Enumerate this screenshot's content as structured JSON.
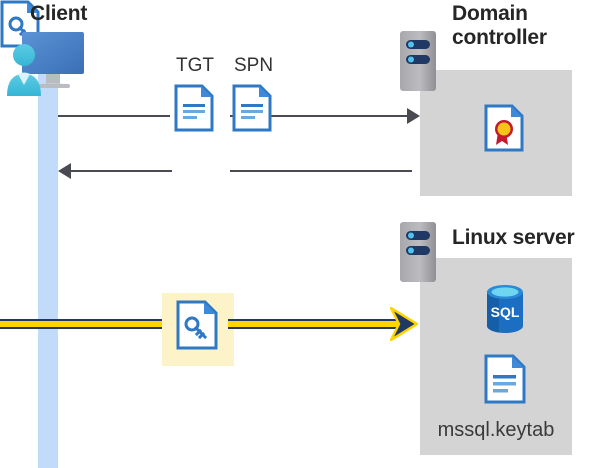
{
  "diagram": {
    "title_client": "Client",
    "title_domain_controller": "Domain\ncontroller",
    "title_domain_controller_line1": "Domain",
    "title_domain_controller_line2": "controller",
    "title_linux_server": "Linux server"
  },
  "messages": {
    "tgt_label": "TGT",
    "spn_label": "SPN",
    "request_direction": "client-to-domain-controller",
    "response_direction": "domain-controller-to-client",
    "service_direction": "client-to-linux-server"
  },
  "linux": {
    "database_label": "SQL",
    "keytab_filename": "mssql.keytab"
  },
  "colors": {
    "panel_gray": "#d4d4d4",
    "lifeline_blue": "#c3dbfb",
    "flow_line_gray": "#4a4a52",
    "highlight_yellow": "#fdf3c8",
    "arrow_gold": "#ffd400",
    "arrow_navy": "#1f3864",
    "icon_blue": "#2f78c4",
    "sql_blue": "#1b6ec2",
    "seal_gold": "#f5c518",
    "seal_red": "#c5192d",
    "heading_black": "#262626"
  },
  "icons": {
    "client": "workstation-user-icon",
    "dc_server": "server-rack-icon",
    "linux_server": "server-rack-icon",
    "tgt": "document-icon",
    "spn": "document-icon",
    "ticket_key": "document-key-icon",
    "certificate": "certificate-document-icon",
    "database": "sql-database-icon",
    "keytab": "document-icon"
  }
}
